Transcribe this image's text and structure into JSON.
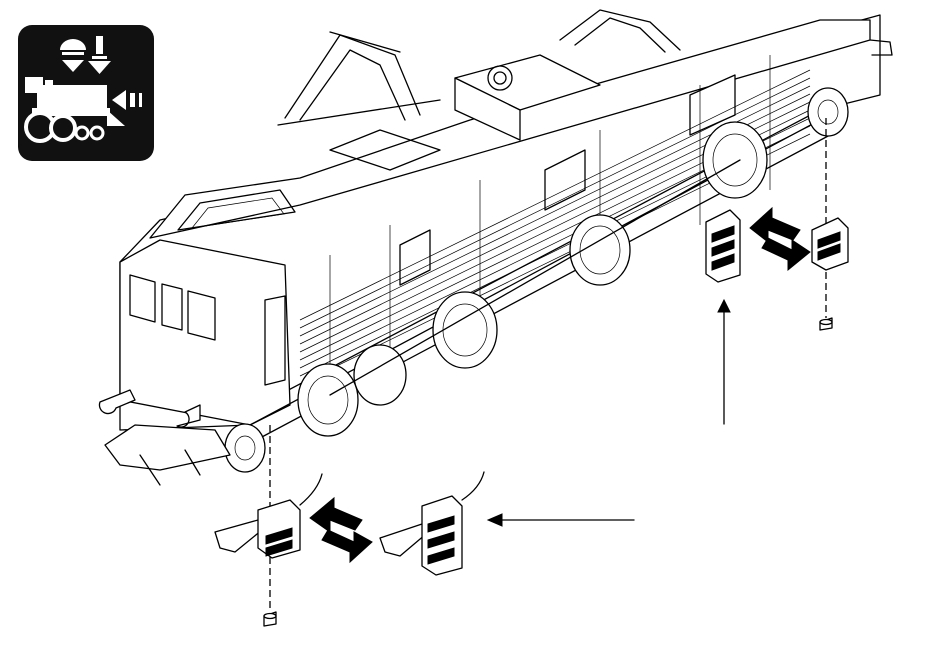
{
  "diagram": {
    "icon": "locomotive-function-icon",
    "colors": {
      "ink": "#000000",
      "paper": "#ffffff",
      "badge": "#111111"
    },
    "parts": [
      "front-snow-plow-step",
      "rear-step",
      "mounting-pin"
    ]
  }
}
